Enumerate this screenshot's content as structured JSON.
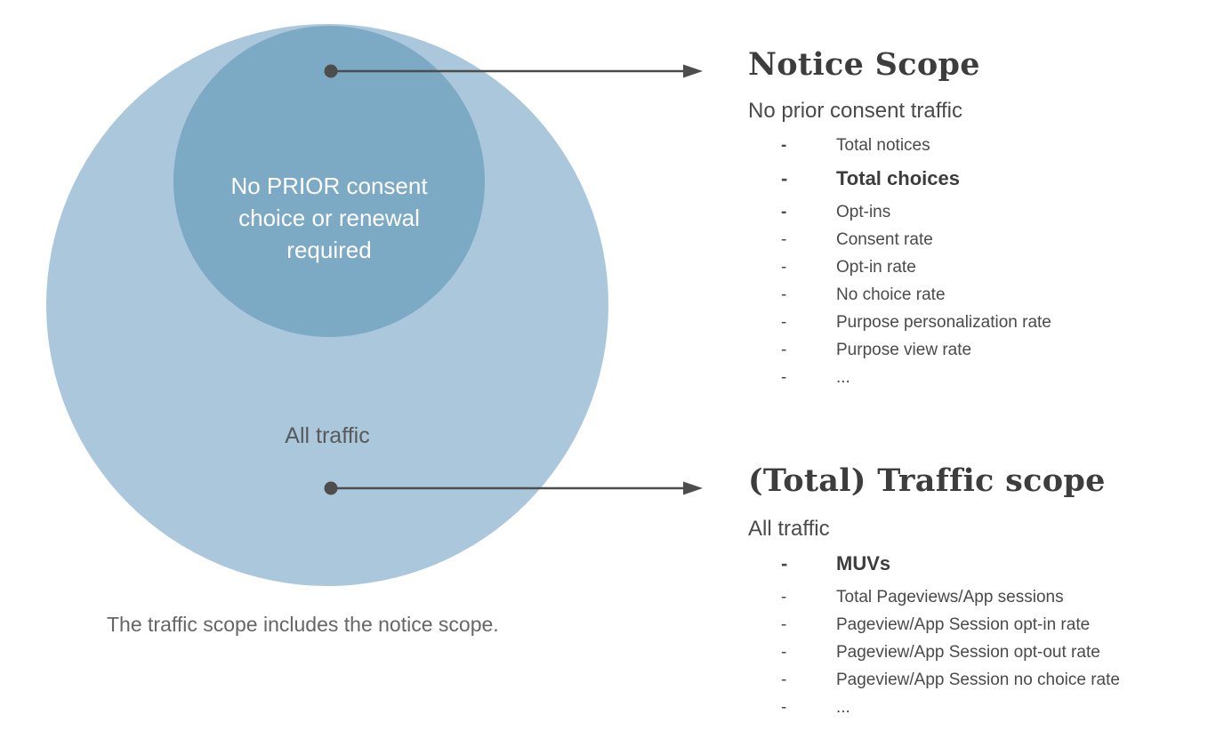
{
  "venn": {
    "inner_circle_label": "No PRIOR consent\nchoice or renewal\nrequired",
    "outer_circle_label": "All traffic",
    "caption": "The traffic scope includes the notice scope.",
    "colors": {
      "outer_circle": "#ABC7DC",
      "inner_circle": "#7CA9C4",
      "inner_label_text": "#FFFFFF",
      "outer_label_text": "#58595B",
      "arrow": "#4D4D4D",
      "caption_text": "#666666",
      "heading_text": "#3D3D3D",
      "body_text": "#4A4A4A"
    }
  },
  "notice_scope": {
    "title": "Notice Scope",
    "subtitle": "No prior consent traffic",
    "items": [
      {
        "bullet": "-",
        "label": "Total notices",
        "bold": false,
        "bullet_bold": true
      },
      {
        "bullet": "-",
        "label": "Total choices",
        "bold": true,
        "bullet_bold": true
      },
      {
        "bullet": "-",
        "label": "Opt-ins",
        "bold": false,
        "bullet_bold": true
      },
      {
        "bullet": "-",
        "label": "Consent rate",
        "bold": false,
        "bullet_bold": false
      },
      {
        "bullet": "-",
        "label": "Opt-in rate",
        "bold": false,
        "bullet_bold": false
      },
      {
        "bullet": "-",
        "label": "No choice rate",
        "bold": false,
        "bullet_bold": false
      },
      {
        "bullet": "-",
        "label": "Purpose personalization rate",
        "bold": false,
        "bullet_bold": false
      },
      {
        "bullet": "-",
        "label": "Purpose view rate",
        "bold": false,
        "bullet_bold": false
      },
      {
        "bullet": "-",
        "label": "...",
        "bold": false,
        "bullet_bold": false
      }
    ]
  },
  "traffic_scope": {
    "title": "(Total) Traffic scope",
    "subtitle": "All traffic",
    "items": [
      {
        "bullet": "-",
        "label": "MUVs",
        "bold": true,
        "bullet_bold": true
      },
      {
        "bullet": "-",
        "label": "Total Pageviews/App sessions",
        "bold": false,
        "bullet_bold": false
      },
      {
        "bullet": "-",
        "label": "Pageview/App Session opt-in rate",
        "bold": false,
        "bullet_bold": false
      },
      {
        "bullet": "-",
        "label": "Pageview/App Session opt-out rate",
        "bold": false,
        "bullet_bold": false
      },
      {
        "bullet": "-",
        "label": "Pageview/App Session no choice rate",
        "bold": false,
        "bullet_bold": false
      },
      {
        "bullet": "-",
        "label": "...",
        "bold": false,
        "bullet_bold": false
      }
    ]
  }
}
